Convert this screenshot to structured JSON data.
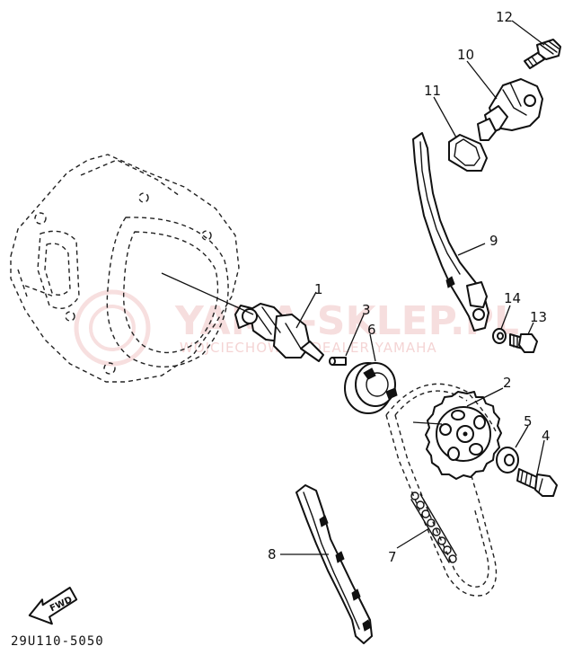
{
  "parts": [
    {
      "id": "1",
      "label": "1"
    },
    {
      "id": "2",
      "label": "2"
    },
    {
      "id": "3",
      "label": "3"
    },
    {
      "id": "4",
      "label": "4"
    },
    {
      "id": "5",
      "label": "5"
    },
    {
      "id": "6",
      "label": "6"
    },
    {
      "id": "7",
      "label": "7"
    },
    {
      "id": "8",
      "label": "8"
    },
    {
      "id": "9",
      "label": "9"
    },
    {
      "id": "10",
      "label": "10"
    },
    {
      "id": "11",
      "label": "11"
    },
    {
      "id": "12",
      "label": "12"
    },
    {
      "id": "13",
      "label": "13"
    },
    {
      "id": "14",
      "label": "14"
    }
  ],
  "diagram_code": "29U110-5050",
  "direction_label": "FWD",
  "watermark": {
    "main": "YAMA-SKLEP.PL",
    "sub": "WOJCIECHOWSKI DEALER YAMAHA"
  },
  "colors": {
    "line": "#111111",
    "watermark": "#e8a2a2",
    "background": "#ffffff"
  }
}
